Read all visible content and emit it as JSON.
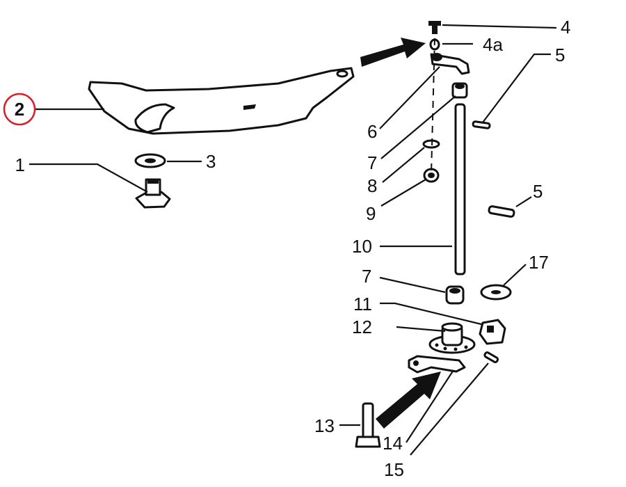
{
  "diagram": {
    "highlight_color": "#d9202a",
    "ink_color": "#111111",
    "background_color": "#ffffff",
    "callouts": {
      "c1": "1",
      "c2": "2",
      "c3": "3",
      "c4": "4",
      "c4a": "4a",
      "c5a": "5",
      "c5b": "5",
      "c6": "6",
      "c7a": "7",
      "c7b": "7",
      "c8": "8",
      "c9": "9",
      "c10": "10",
      "c11": "11",
      "c12": "12",
      "c13": "13",
      "c14": "14",
      "c15": "15",
      "c17": "17"
    }
  }
}
